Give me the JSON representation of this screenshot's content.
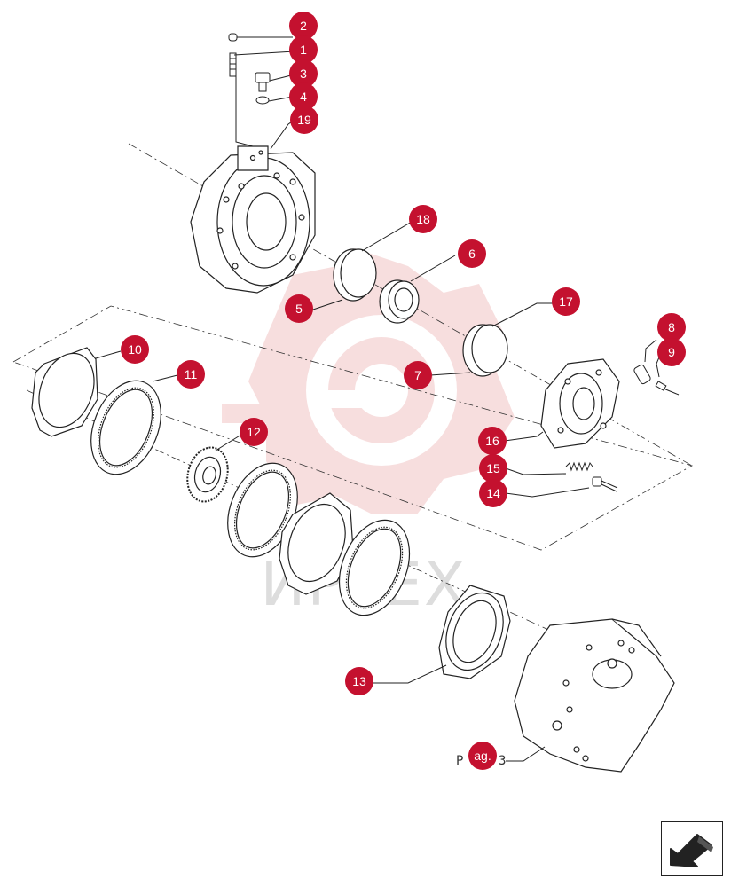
{
  "colors": {
    "badge": "#c4112f",
    "line": "#222222",
    "watermark": "#f2c4c4",
    "watermark_text": "#dddddd"
  },
  "watermark": {
    "text": "ИРТЕХ"
  },
  "callouts": [
    {
      "id": "2",
      "label": "2"
    },
    {
      "id": "1",
      "label": "1"
    },
    {
      "id": "3",
      "label": "3"
    },
    {
      "id": "4",
      "label": "4"
    },
    {
      "id": "19",
      "label": "19"
    },
    {
      "id": "18",
      "label": "18"
    },
    {
      "id": "6",
      "label": "6"
    },
    {
      "id": "5",
      "label": "5"
    },
    {
      "id": "17",
      "label": "17"
    },
    {
      "id": "8",
      "label": "8"
    },
    {
      "id": "9",
      "label": "9"
    },
    {
      "id": "10",
      "label": "10"
    },
    {
      "id": "11",
      "label": "11"
    },
    {
      "id": "7",
      "label": "7"
    },
    {
      "id": "16",
      "label": "16"
    },
    {
      "id": "12",
      "label": "12"
    },
    {
      "id": "15",
      "label": "15"
    },
    {
      "id": "14",
      "label": "14"
    },
    {
      "id": "13",
      "label": "13"
    }
  ],
  "page_ref": {
    "prefix": "P",
    "badge": "ag.",
    "suffix": "3"
  },
  "nav": {
    "icon": "return-arrow-icon"
  }
}
